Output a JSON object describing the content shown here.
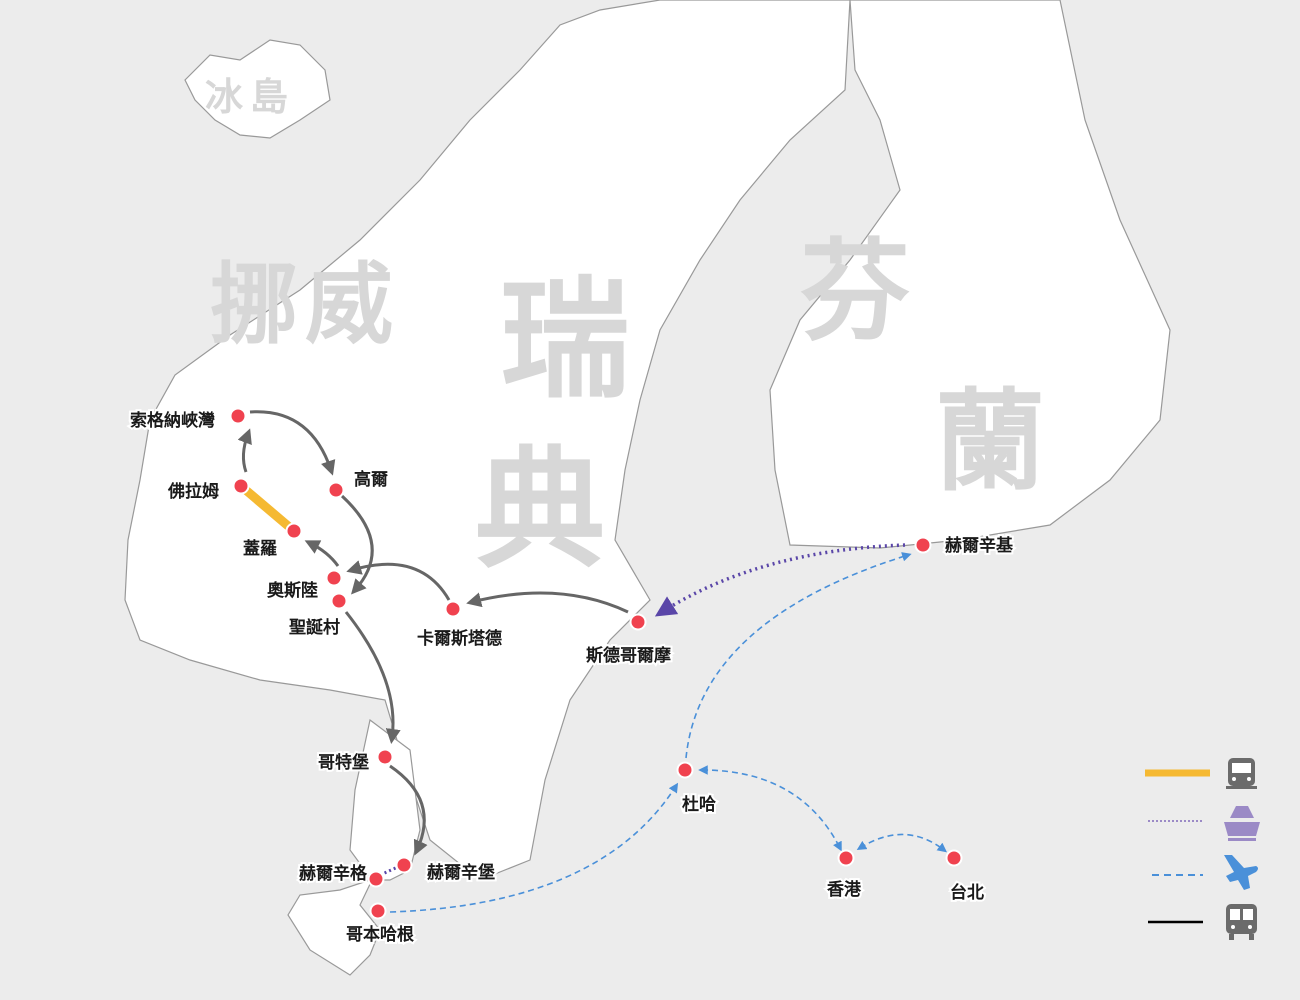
{
  "countries": [
    {
      "name": "冰島",
      "chars": [
        "冰",
        "島"
      ]
    },
    {
      "name": "挪威",
      "chars": [
        "挪",
        "威"
      ]
    },
    {
      "name": "瑞典",
      "chars": [
        "瑞",
        "典"
      ]
    },
    {
      "name": "芬蘭",
      "chars": [
        "芬",
        "蘭"
      ]
    }
  ],
  "cities": [
    {
      "name": "索格納峽灣"
    },
    {
      "name": "佛拉姆"
    },
    {
      "name": "高爾"
    },
    {
      "name": "蓋羅"
    },
    {
      "name": "奧斯陸"
    },
    {
      "name": "聖誕村"
    },
    {
      "name": "卡爾斯塔德"
    },
    {
      "name": "斯德哥爾摩"
    },
    {
      "name": "赫爾辛基"
    },
    {
      "name": "哥特堡"
    },
    {
      "name": "赫爾辛格"
    },
    {
      "name": "赫爾辛堡"
    },
    {
      "name": "哥本哈根"
    },
    {
      "name": "杜哈"
    },
    {
      "name": "香港"
    },
    {
      "name": "台北"
    }
  ],
  "routes": [
    {
      "from": "佛拉姆",
      "to": "蓋羅",
      "mode": "train"
    },
    {
      "from": "佛拉姆",
      "to": "索格納峽灣",
      "mode": "bus"
    },
    {
      "from": "索格納峽灣",
      "to": "高爾",
      "mode": "bus"
    },
    {
      "from": "高爾",
      "to": "聖誕村",
      "mode": "bus"
    },
    {
      "from": "奧斯陸",
      "to": "蓋羅",
      "mode": "bus"
    },
    {
      "from": "卡爾斯塔德",
      "to": "奧斯陸",
      "mode": "bus"
    },
    {
      "from": "斯德哥爾摩",
      "to": "卡爾斯塔德",
      "mode": "bus"
    },
    {
      "from": "聖誕村",
      "to": "哥特堡",
      "mode": "bus"
    },
    {
      "from": "哥特堡",
      "to": "赫爾辛堡",
      "mode": "bus"
    },
    {
      "from": "赫爾辛基",
      "to": "斯德哥爾摩",
      "mode": "ship"
    },
    {
      "from": "赫爾辛格",
      "to": "赫爾辛堡",
      "mode": "ship"
    },
    {
      "from": "哥本哈根",
      "to": "杜哈",
      "mode": "plane"
    },
    {
      "from": "杜哈",
      "to": "赫爾辛基",
      "mode": "plane"
    },
    {
      "from": "杜哈",
      "to": "香港",
      "mode": "plane"
    },
    {
      "from": "香港",
      "to": "台北",
      "mode": "plane"
    }
  ],
  "legend": [
    {
      "mode": "train",
      "icon": "train-icon",
      "color": "#f5b932"
    },
    {
      "mode": "ship",
      "icon": "ship-icon",
      "color": "#9b8ac6"
    },
    {
      "mode": "plane",
      "icon": "plane-icon",
      "color": "#4a90d9"
    },
    {
      "mode": "bus",
      "icon": "bus-icon",
      "color": "#000000"
    }
  ],
  "colors": {
    "city": "#f0424f",
    "bus_route": "#666666",
    "ship_route": "#5a46a8",
    "plane_route": "#4a90d9",
    "train_route": "#f5b932"
  }
}
